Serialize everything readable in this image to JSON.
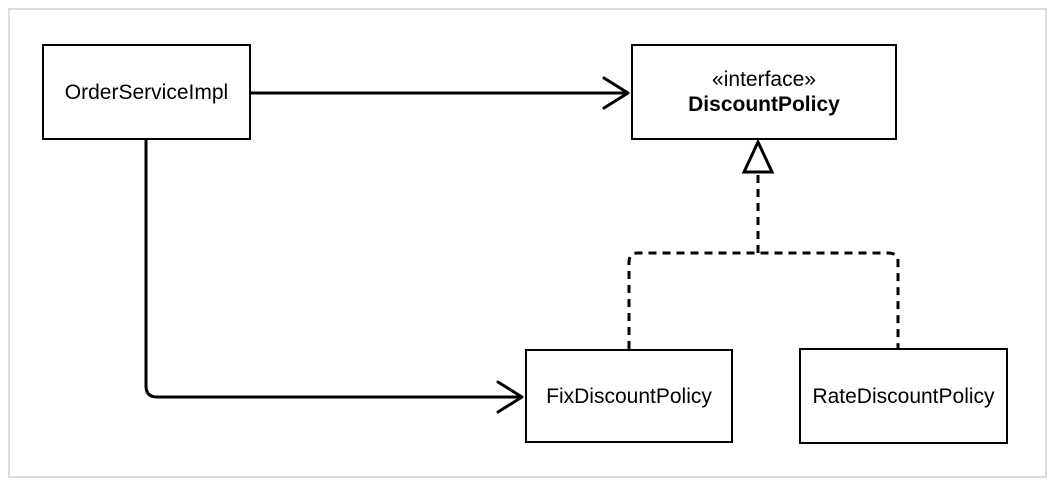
{
  "diagram": {
    "type": "uml-class-diagram",
    "background_color": "#ffffff",
    "frame_border_color": "#dcdcdc",
    "line_color": "#000000",
    "box_border_color": "#000000"
  },
  "nodes": {
    "order": {
      "label": "OrderServiceImpl"
    },
    "policy": {
      "stereotype": "«interface»",
      "label": "DiscountPolicy"
    },
    "fix": {
      "label": "FixDiscountPolicy"
    },
    "rate": {
      "label": "RateDiscountPolicy"
    }
  },
  "edges": [
    {
      "from": "OrderServiceImpl",
      "to": "DiscountPolicy",
      "style": "solid",
      "arrowhead": "open-chevron"
    },
    {
      "from": "OrderServiceImpl",
      "to": "FixDiscountPolicy",
      "style": "solid",
      "arrowhead": "open-chevron"
    },
    {
      "from": "FixDiscountPolicy",
      "to": "DiscountPolicy",
      "style": "dashed",
      "arrowhead": "hollow-triangle"
    },
    {
      "from": "RateDiscountPolicy",
      "to": "DiscountPolicy",
      "style": "dashed",
      "arrowhead": "hollow-triangle"
    }
  ]
}
